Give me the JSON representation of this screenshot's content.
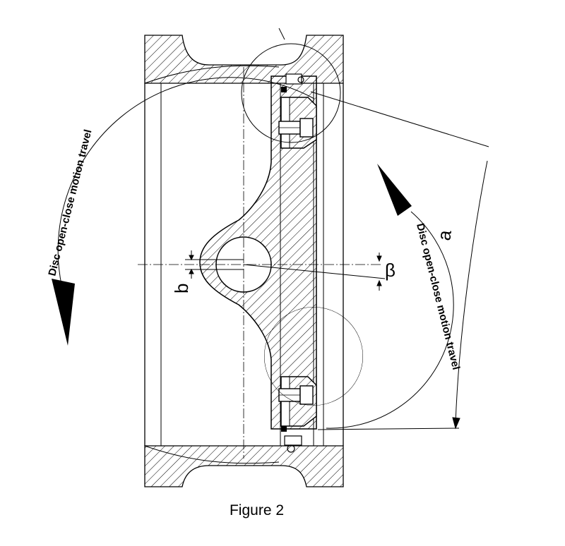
{
  "caption": "Figure 2",
  "labels": {
    "travel_left": "Disc open-close motion travel",
    "travel_right": "Disc open-close motion travel",
    "dim_a": "a",
    "dim_b": "b",
    "dim_beta": "β"
  },
  "colors": {
    "ink": "#000000",
    "background": "#ffffff"
  }
}
